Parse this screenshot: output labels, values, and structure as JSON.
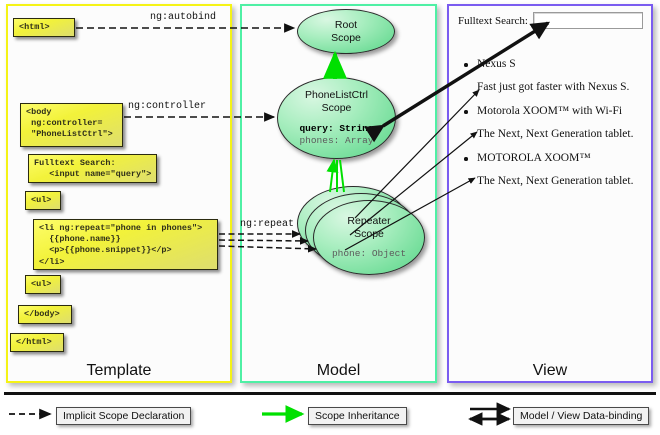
{
  "columns": [
    {
      "key": "template",
      "label": "Template",
      "border": "#f5f316"
    },
    {
      "key": "model",
      "label": "Model",
      "border": "#4ff0a5"
    },
    {
      "key": "view",
      "label": "View",
      "border": "#7a5cf0"
    }
  ],
  "template": {
    "boxes": [
      {
        "name": "html-open-box",
        "code": "<html>"
      },
      {
        "name": "body-controller-box",
        "code": "<body\n ng:controller=\n \"PhoneListCtrl\">"
      },
      {
        "name": "fulltext-search-box",
        "code": "Fulltext Search:\n   <input name=\"query\">"
      },
      {
        "name": "ul-open-box",
        "code": "<ul>"
      },
      {
        "name": "li-repeat-box",
        "code": "<li ng:repeat=\"phone in phones\">\n  {{phone.name}}\n  <p>{{phone.snippet}}</p>\n</li>"
      },
      {
        "name": "ul-close-box",
        "code": "<ul>"
      },
      {
        "name": "body-close-box",
        "code": "</body>"
      },
      {
        "name": "html-close-box",
        "code": "</html>"
      }
    ]
  },
  "edge_labels": {
    "autobind": "ng:autobind",
    "controller": "ng:controller",
    "repeat": "ng:repeat"
  },
  "model": {
    "root_scope": {
      "title_line1": "Root",
      "title_line2": "Scope"
    },
    "phonelist_scope": {
      "title_line1": "PhoneListCtrl",
      "title_line2": "Scope",
      "prop1": "query: String",
      "prop2": "phones: Array"
    },
    "repeater_scope": {
      "title_line1": "Repeater",
      "title_line2": "Scope",
      "prop1": "phone: Object"
    }
  },
  "view": {
    "search_label": "Fulltext Search:",
    "search_value": "",
    "search_placeholder": "",
    "phones": [
      {
        "name": "Nexus S",
        "snippet": "Fast just got faster with Nexus S."
      },
      {
        "name": "Motorola XOOM™  with Wi-Fi",
        "snippet": "The Next, Next Generation tablet."
      },
      {
        "name": "MOTOROLA XOOM™",
        "snippet": "The Next, Next Generation tablet."
      }
    ]
  },
  "legend": [
    {
      "name": "legend-implicit-scope-declaration",
      "label": "Implicit Scope Declaration",
      "icon": "dashed-arrow-icon",
      "color": "#111111"
    },
    {
      "name": "legend-scope-inheritance",
      "label": "Scope Inheritance",
      "icon": "green-arrow-icon",
      "color": "#00e000"
    },
    {
      "name": "legend-model-view-databinding",
      "label": "Model / View Data-binding",
      "icon": "double-arrow-icon",
      "color": "#111111"
    }
  ],
  "colors": {
    "template_border": "#f5f316",
    "model_border": "#4ff0a5",
    "view_border": "#7a5cf0",
    "scope_green": "#74de9b",
    "inherit_green": "#00e000",
    "code_yellow": "#f2f23a"
  }
}
